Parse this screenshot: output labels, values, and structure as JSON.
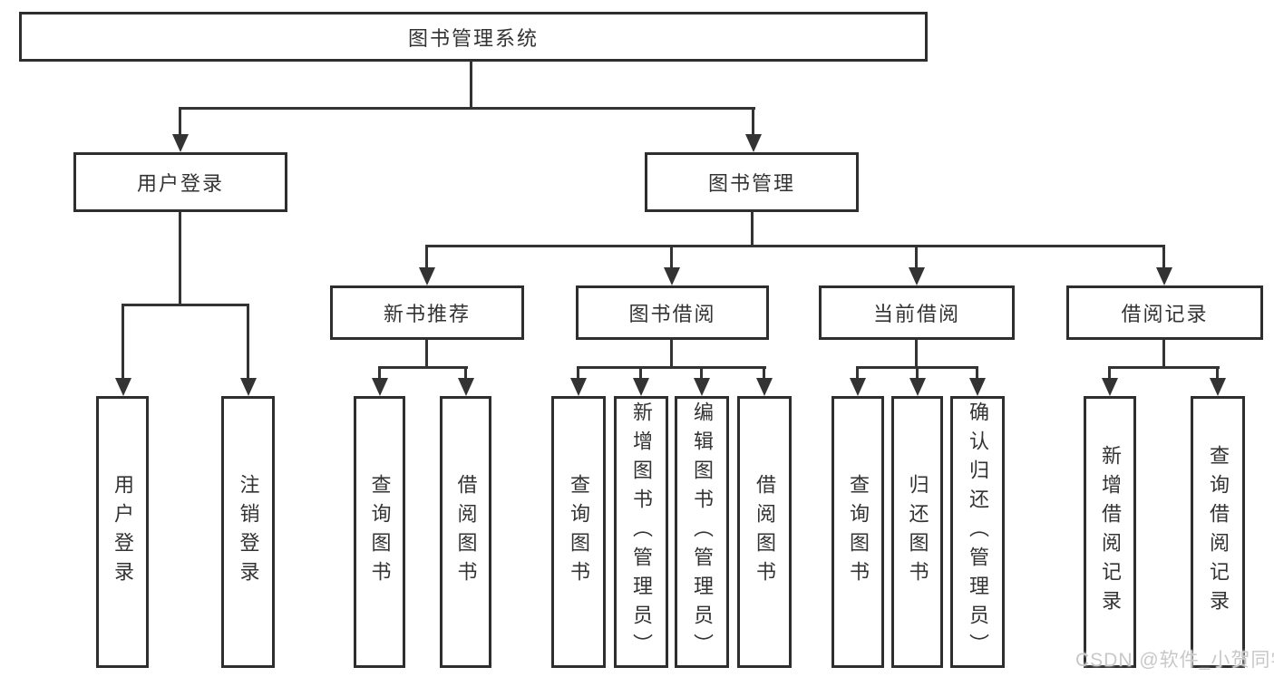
{
  "colors": {
    "line": "#333333",
    "box_border": "#2e2e2e",
    "text": "#333333",
    "watermark": "#c8c8c8",
    "bg": "#ffffff"
  },
  "tree": {
    "root": {
      "label": "图书管理系统",
      "children": [
        {
          "label": "用户登录",
          "children": [
            {
              "label": "用户登录"
            },
            {
              "label": "注销登录"
            }
          ]
        },
        {
          "label": "图书管理",
          "children": [
            {
              "label": "新书推荐",
              "children": [
                {
                  "label": "查询图书"
                },
                {
                  "label": "借阅图书"
                }
              ]
            },
            {
              "label": "图书借阅",
              "children": [
                {
                  "label": "查询图书"
                },
                {
                  "label": "新增图书（管理员）"
                },
                {
                  "label": "编辑图书（管理员）"
                },
                {
                  "label": "借阅图书"
                }
              ]
            },
            {
              "label": "当前借阅",
              "children": [
                {
                  "label": "查询图书"
                },
                {
                  "label": "归还图书"
                },
                {
                  "label": "确认归还（管理员）"
                }
              ]
            },
            {
              "label": "借阅记录",
              "children": [
                {
                  "label": "新增借阅记录"
                },
                {
                  "label": "查询借阅记录"
                }
              ]
            }
          ]
        }
      ]
    }
  },
  "watermark": {
    "text": "CSDN @软件_小贺同学"
  }
}
